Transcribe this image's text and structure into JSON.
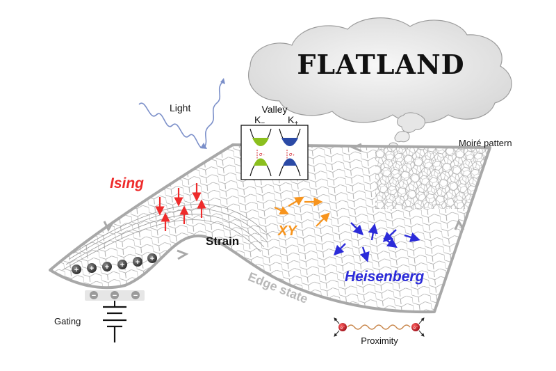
{
  "title": "FLATLAND",
  "labels": {
    "light": "Light",
    "valley": "Valley",
    "k_minus_main": "K",
    "k_minus_sub": "−",
    "k_plus_main": "K",
    "k_plus_sub": "+",
    "sigma_left": "σ₋",
    "sigma_right": "σ₊",
    "moire": "Moiré pattern",
    "ising": "Ising",
    "xy": "XY",
    "strain": "Strain",
    "heisenberg": "Heisenberg",
    "edge_state": "Edge state",
    "gating": "Gating",
    "proximity": "Proximity",
    "electron": "e⁻",
    "plus": "+",
    "minus": "−"
  },
  "colors": {
    "ising": "#ee2b2b",
    "xy": "#f7941d",
    "heisenberg": "#2b2bd9",
    "light_wave": "#7b8fc9",
    "valley_green": "#8bbf1e",
    "valley_blue": "#2b4aa6",
    "edge": "#a8a8a8",
    "sheet_line": "#9a9a9a",
    "proximity_wave": "#c9874c",
    "electron": "#c0181c"
  }
}
